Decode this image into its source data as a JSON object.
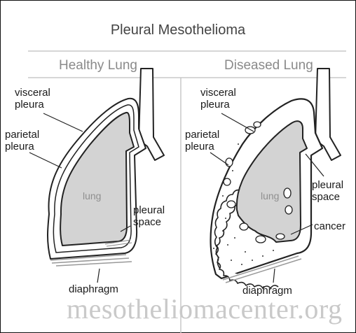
{
  "title": "Pleural Mesothelioma",
  "left_panel": {
    "title": "Healthy Lung",
    "labels": {
      "visceral": "visceral\npleura",
      "parietal": "parietal\npleura",
      "lung": "lung",
      "space": "pleural\nspace",
      "diaphragm": "diaphragm"
    }
  },
  "right_panel": {
    "title": "Diseased Lung",
    "labels": {
      "visceral": "visceral\npleura",
      "parietal": "parietal\npleura",
      "lung": "lung",
      "space": "pleural\nspace",
      "cancer": "cancer",
      "diaphragm": "diaphragm"
    }
  },
  "watermark": "mesotheliomacenter.org",
  "colors": {
    "lung_fill": "#d3d3d3",
    "line": "#222222",
    "rule": "#c8c8c8",
    "tumor": "#ffffff"
  }
}
